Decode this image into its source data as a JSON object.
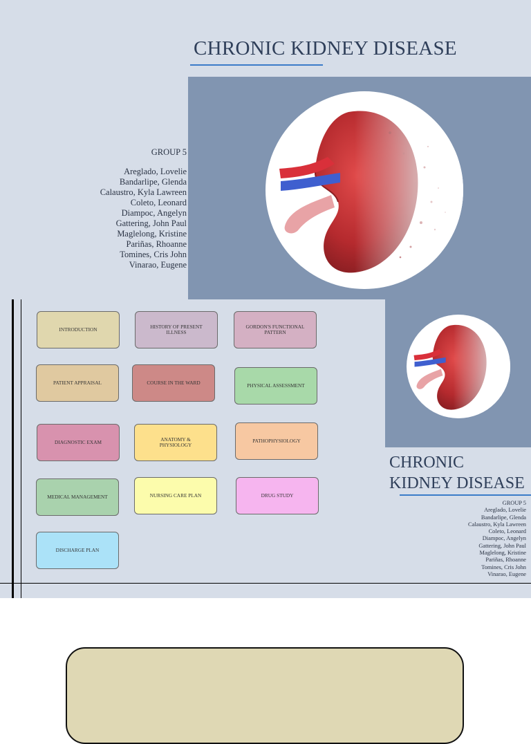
{
  "slide1": {
    "title": "CHRONIC KIDNEY DISEASE",
    "group_label": "GROUP 5",
    "members": [
      "Areglado, Lovelie",
      "Bandarlipe, Glenda",
      "Calaustro, Kyla Lawreen",
      "Coleto, Leonard",
      "Diampoc, Angelyn",
      "Gattering, John Paul",
      "Maglelong, Kristine",
      "Pariñas, Rhoanne",
      "Tomines, Cris John",
      "Vinarao, Eugene"
    ]
  },
  "slide2": {
    "title_line1": "CHRONIC",
    "title_line2": "KIDNEY DISEASE",
    "group_label": "GROUP 5",
    "members": [
      "Areglado, Lovelie",
      "Bandarlipe, Glenda",
      "Calaustro, Kyla Lawreen",
      "Coleto, Leonard",
      "Diampoc, Angelyn",
      "Gattering, John Paul",
      "Maglelong, Kristine",
      "Pariñas, Rhoanne",
      "Tomines, Cris John",
      "Vinarao, Eugene"
    ],
    "menu": [
      {
        "label": "INTRODUCTION",
        "color": "#e0d7ae"
      },
      {
        "label": "HISTORY OF PRESENT ILLNESS",
        "color": "#cbb9cc"
      },
      {
        "label": "GORDON'S FUNCTIONAL PATTERN",
        "color": "#d4b0c3"
      },
      {
        "label": "PATIENT APPRAISAL",
        "color": "#e0c9a0"
      },
      {
        "label": "COURSE IN THE WARD",
        "color": "#cd8987"
      },
      {
        "label": "PHYSICAL ASSESSMENT",
        "color": "#a8d9a9"
      },
      {
        "label": "DIAGNOSTIC EXAM",
        "color": "#d892ae"
      },
      {
        "label": "ANATOMY & PHYSIOLOGY",
        "color": "#fde08c"
      },
      {
        "label": "PATHOPHYSIOLOGY",
        "color": "#f7c8a2"
      },
      {
        "label": "MEDICAL MANAGEMENT",
        "color": "#a9d2ad"
      },
      {
        "label": "NURSING CARE PLAN",
        "color": "#fcfcac"
      },
      {
        "label": "DRUG STUDY",
        "color": "#f6b5ef"
      },
      {
        "label": "DISCHARGE PLAN",
        "color": "#abe2f8"
      }
    ]
  },
  "colors": {
    "slide_bg": "#d6dde8",
    "panel": "#8195b1",
    "accent_rule": "#3a7bc8",
    "title": "#2f3f5a",
    "card3": "#dfd8b4"
  },
  "icons": [
    "kidney-illustration"
  ]
}
